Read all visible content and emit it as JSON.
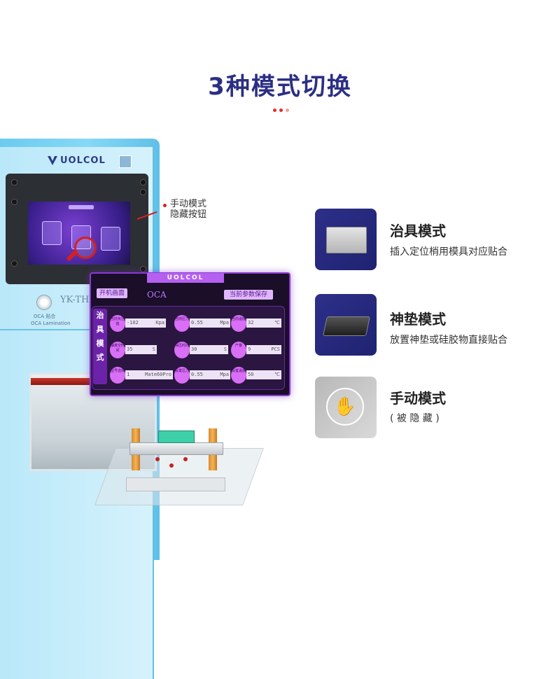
{
  "title": "3种模式切换",
  "accent_colors": {
    "title": "#2b2f83",
    "dot1": "#e03030",
    "dot2": "#e03030",
    "dot3": "#f2a0a0"
  },
  "machine": {
    "brand": "UOLCOL",
    "model": "YK-TH",
    "oca_label": "OCA 贴合",
    "oca_sub": "OCA Lamination"
  },
  "annotation": {
    "line1": "手动模式",
    "line2": "隐藏按钮"
  },
  "panel": {
    "brand": "UOLCOL",
    "boot_button": "开机画面",
    "oca": "OCA",
    "save_button": "当前参数保存",
    "side_label": "治具模式",
    "cells": [
      {
        "label": "当前负压值",
        "value": "-102",
        "unit": "Kpa"
      },
      {
        "label": "当前压力",
        "value": "0.55",
        "unit": "Mpa"
      },
      {
        "label": "当前温度",
        "value": "32",
        "unit": "℃"
      },
      {
        "label": "抽真空时间",
        "value": "35",
        "unit": "S"
      },
      {
        "label": "保压时间",
        "value": "30",
        "unit": "S"
      },
      {
        "label": "产量",
        "value": "9",
        "unit": "PCS"
      },
      {
        "label": "型号选择",
        "value": "1",
        "unit": "Mate60Pro"
      },
      {
        "label": "设置压力",
        "value": "0.55",
        "unit": "Mpa"
      },
      {
        "label": "设置温度",
        "value": "50",
        "unit": "℃"
      }
    ]
  },
  "modes": [
    {
      "title": "治具模式",
      "desc": "插入定位梢用模具对应贴合",
      "icon": "jig-icon"
    },
    {
      "title": "神垫模式",
      "desc": "放置神垫或硅胶物直接贴合",
      "icon": "pad-icon"
    },
    {
      "title": "手动模式",
      "desc": "( 被 隐 藏 )",
      "icon": "hand-icon"
    }
  ]
}
